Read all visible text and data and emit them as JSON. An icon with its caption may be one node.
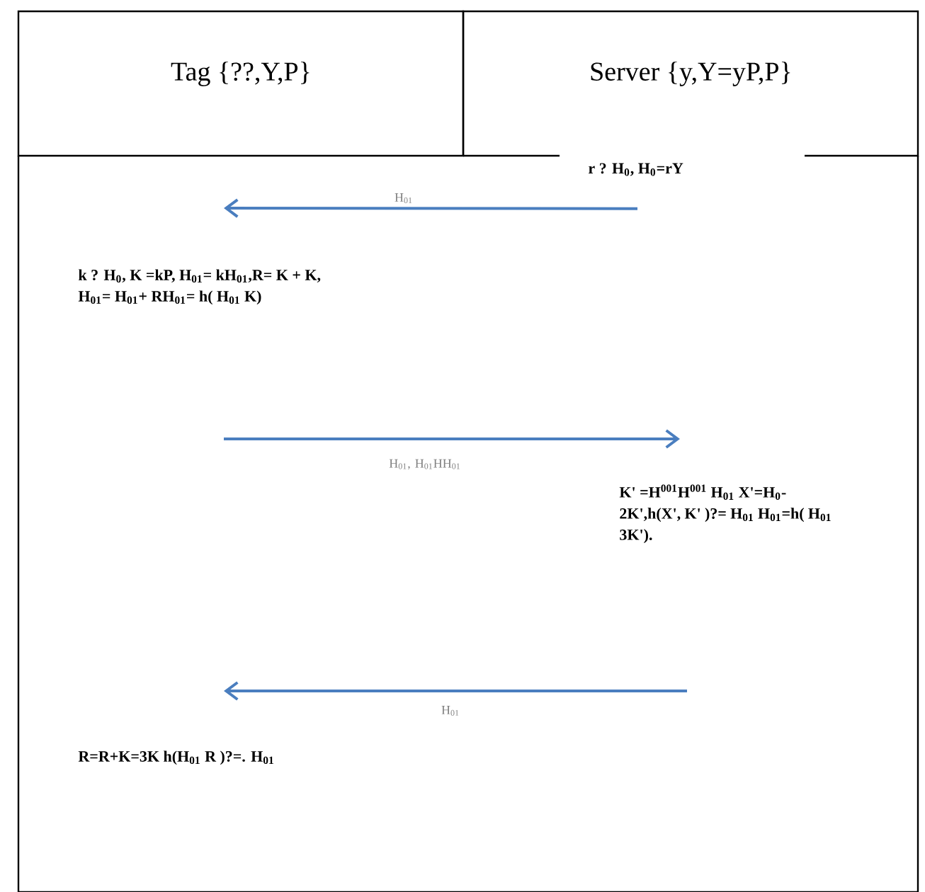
{
  "diagram": {
    "nodes": [
      {
        "text": [
          "Tag {??,Y,P}"
        ]
      },
      {
        "text": [
          "Server {y,Y=yP,P}"
        ]
      },
      {
        "text": [
          "r ? H$_{0}$, H$_{0}$=rY"
        ]
      },
      {
        "text": [
          "k ? H$_{0}$, K =kP, H$_{01}$= kH$_{01}$,R= K + K, H$_{01}$= H$_{01}$+ RH$_{01}$= h( H$_{01}$ K)"
        ]
      },
      {
        "text": [
          "K' =H$^{001}$H$^{001}$ H$_{01}$ X'=H$_{0}$- 2K',h(X', K' )?= H$_{01}$ H$_{01}$=h( H$_{01}$ 3K')."
        ]
      },
      {
        "text": [
          "R=R+K=3K h(H$_{01}$ R )?=. H$_{01}$"
        ]
      }
    ],
    "edges": [
      {
        "from": 2,
        "to": 3,
        "arrow": "to",
        "label": "H$_{01}$"
      },
      {
        "from": null,
        "to": 4,
        "arrow": "to",
        "label": "H$_{01}$, H$_{01}$HH$_{01}$"
      },
      {
        "from": null,
        "to": 5,
        "arrow": "to",
        "label": "H$_{01}$"
      }
    ]
  }
}
